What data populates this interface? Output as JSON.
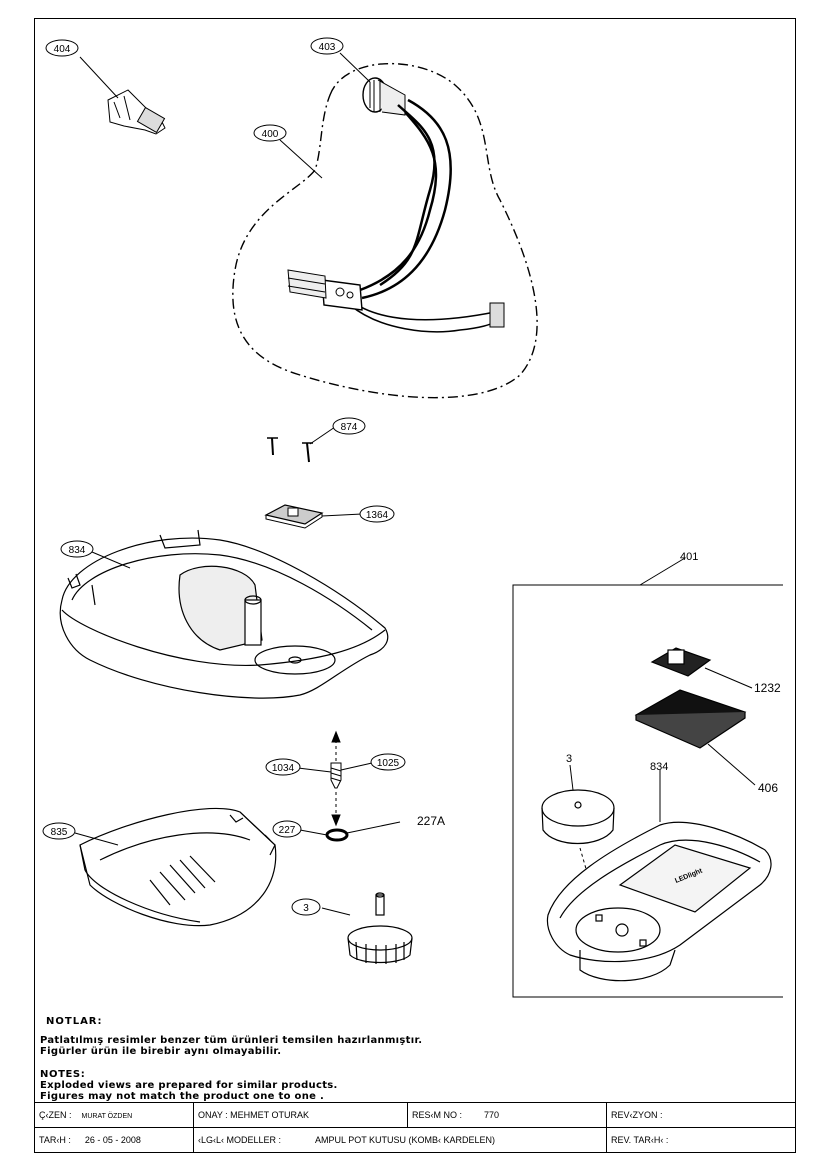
{
  "callouts": {
    "c404": "404",
    "c403": "403",
    "c400": "400",
    "c874": "874",
    "c1364": "1364",
    "c834": "834",
    "c1034": "1034",
    "c1025": "1025",
    "c227": "227",
    "c227a": "227A",
    "c835": "835",
    "c3": "3",
    "c401": "401",
    "c1232": "1232",
    "c406": "406",
    "c3b": "3",
    "c834b": "834"
  },
  "product_text": "LEDlight",
  "notes": {
    "heading_tr": "NOTLAR:",
    "line_tr_1": "Patlatılmış  resimler benzer tüm ürünleri temsilen  hazırlanmıştır.",
    "line_tr_2": "Figürler ürün ile birebir aynı olmayabilir.",
    "heading_en": "NOTES:",
    "line_en_1": "Exploded views are prepared for similar products.",
    "line_en_2": "Figures  may not match the product one to one ."
  },
  "title_block": {
    "cizen_label": "Ç‹ZEN :",
    "cizen_value": "MURAT ÖZDEN",
    "onay": "ONAY : MEHMET OTURAK",
    "resim_no_label": "RES‹M NO :",
    "resim_no_value": "770",
    "revizyon": "REV‹ZYON :",
    "tarih_label": "TAR‹H :",
    "tarih_value": "26 - 05 - 2008",
    "ilgili_label": "‹LG‹L‹ MODELLER :",
    "ilgili_value": "AMPUL POT KUTUSU (KOMB‹ KARDELEN)",
    "rev_tarihi": "REV. TAR‹H‹ :"
  }
}
